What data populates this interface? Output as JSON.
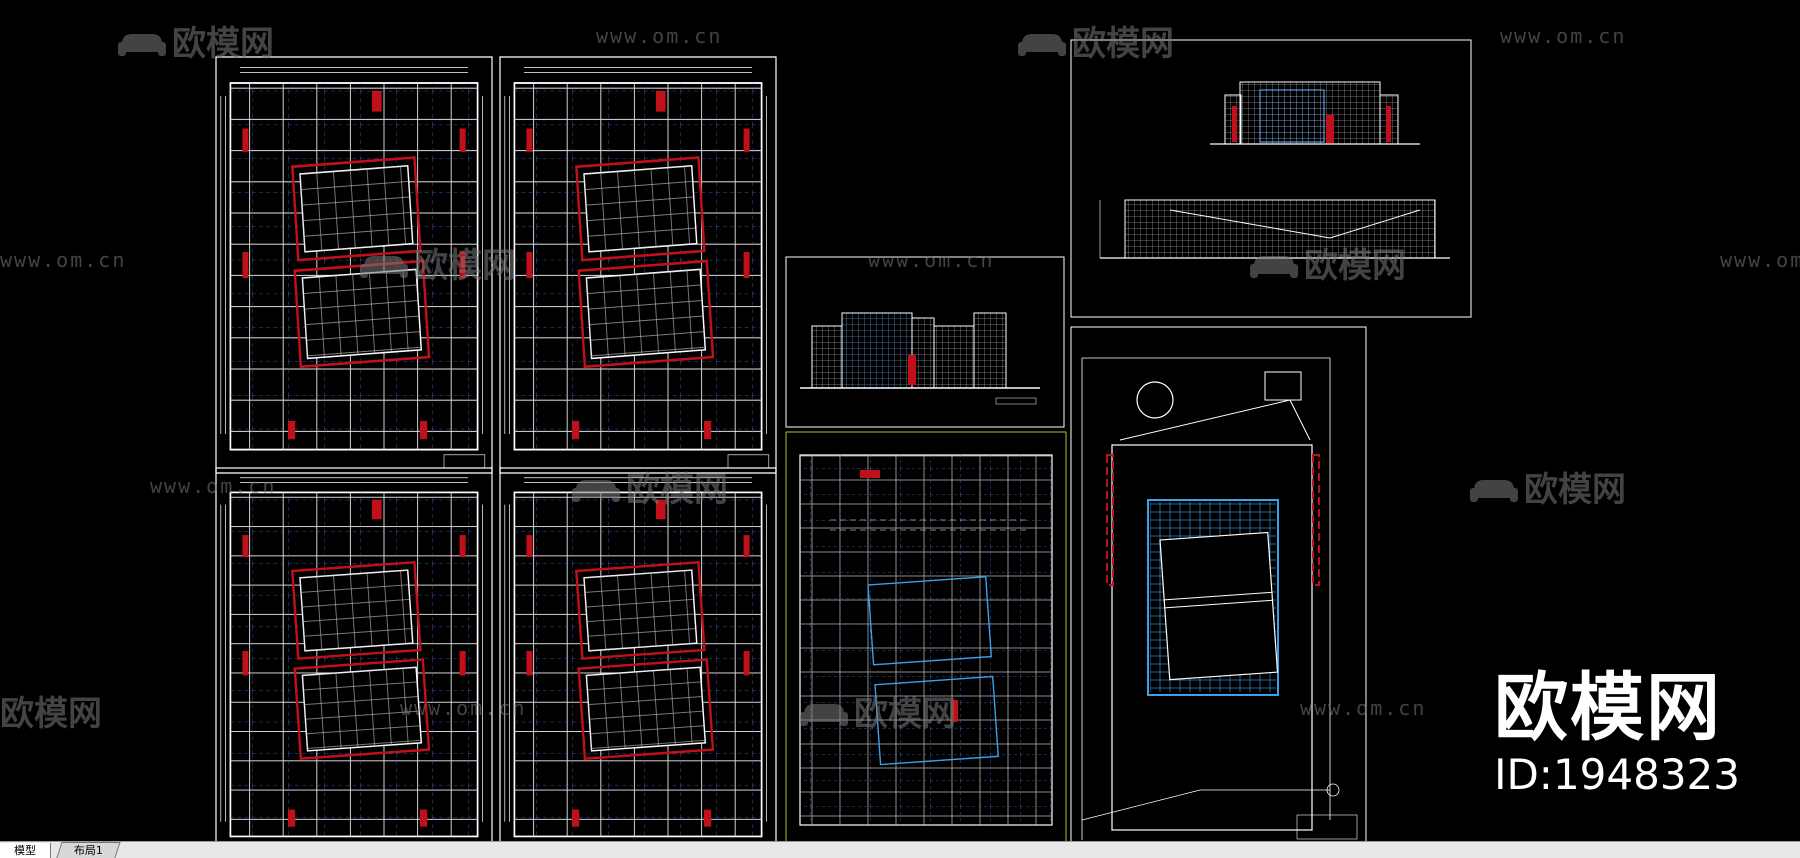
{
  "app": {
    "tabs": [
      {
        "label": "模型",
        "active": true
      },
      {
        "label": "布局1",
        "active": false
      }
    ]
  },
  "watermark": {
    "logo_text": "欧模网",
    "url_text": "www.om.cn"
  },
  "brand": {
    "name": "欧模网",
    "id": "ID:1948323"
  },
  "colors": {
    "background": "#000000",
    "drawing_line": "#ffffff",
    "accent_red": "#c0101a",
    "accent_blue": "#3aa0e8",
    "frame_yellow": "#b8b830"
  }
}
